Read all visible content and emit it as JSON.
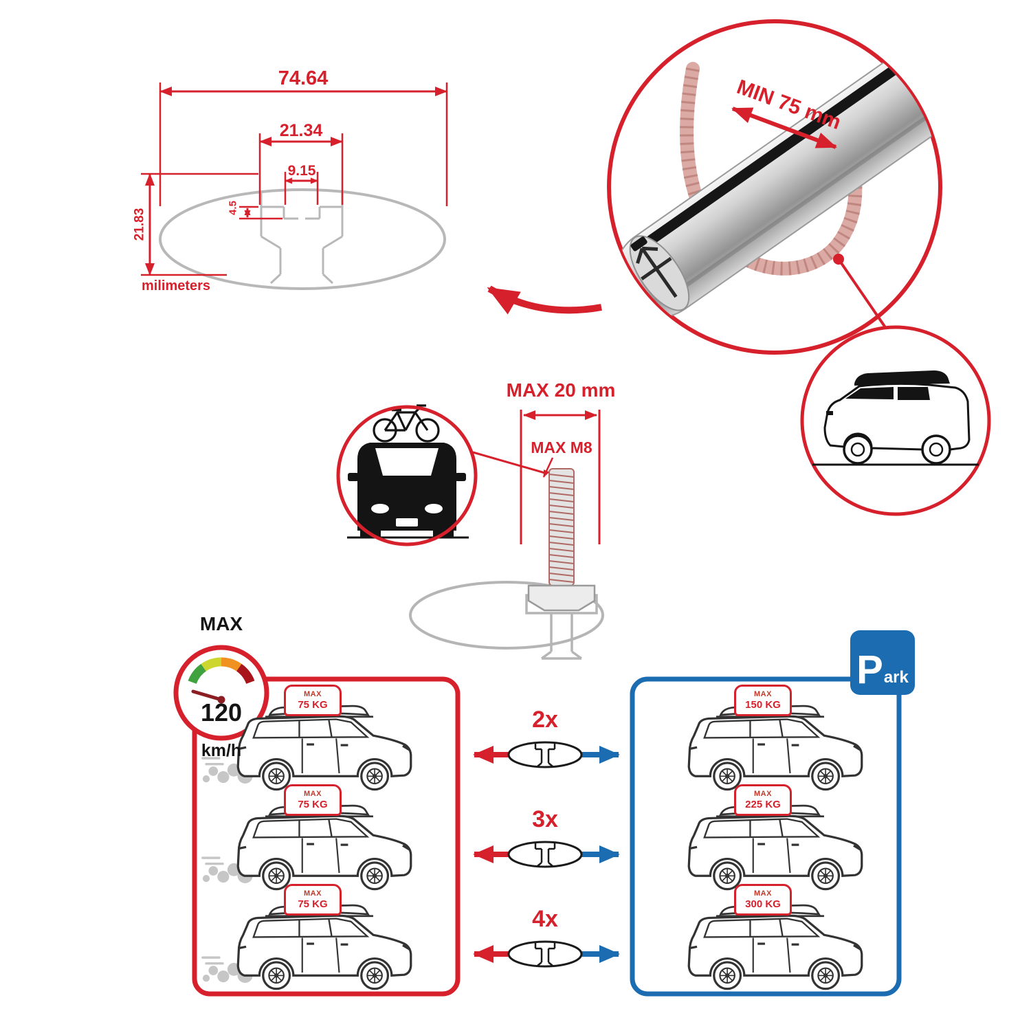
{
  "colors": {
    "red": "#d6212d",
    "blue": "#1b6cb0",
    "gray": "#b5b5b5",
    "black": "#141414"
  },
  "profile_dimensions": {
    "total_width": "74.64",
    "channel_outer_width": "21.34",
    "channel_inner_width": "9.15",
    "lip_depth": "4.5",
    "profile_height": "21.83",
    "units": "milimeters"
  },
  "clamp_detail": {
    "min_grip_label": "MIN 75 mm"
  },
  "bolt_detail": {
    "max_slot_label": "MAX 20 mm",
    "max_bolt_label": "MAX M8"
  },
  "speed_limit": {
    "heading": "MAX",
    "value": "120",
    "units": "km/h"
  },
  "park_sign": {
    "initial": "P",
    "rest": "ark"
  },
  "crossbar_counts": [
    "2x",
    "3x",
    "4x"
  ],
  "load_signs": {
    "driving": [
      {
        "line1": "MAX",
        "line2": "75 KG"
      },
      {
        "line1": "MAX",
        "line2": "75 KG"
      },
      {
        "line1": "MAX",
        "line2": "75 KG"
      }
    ],
    "parked": [
      {
        "line1": "MAX",
        "line2": "150 KG"
      },
      {
        "line1": "MAX",
        "line2": "225 KG"
      },
      {
        "line1": "MAX",
        "line2": "300 KG"
      }
    ]
  }
}
